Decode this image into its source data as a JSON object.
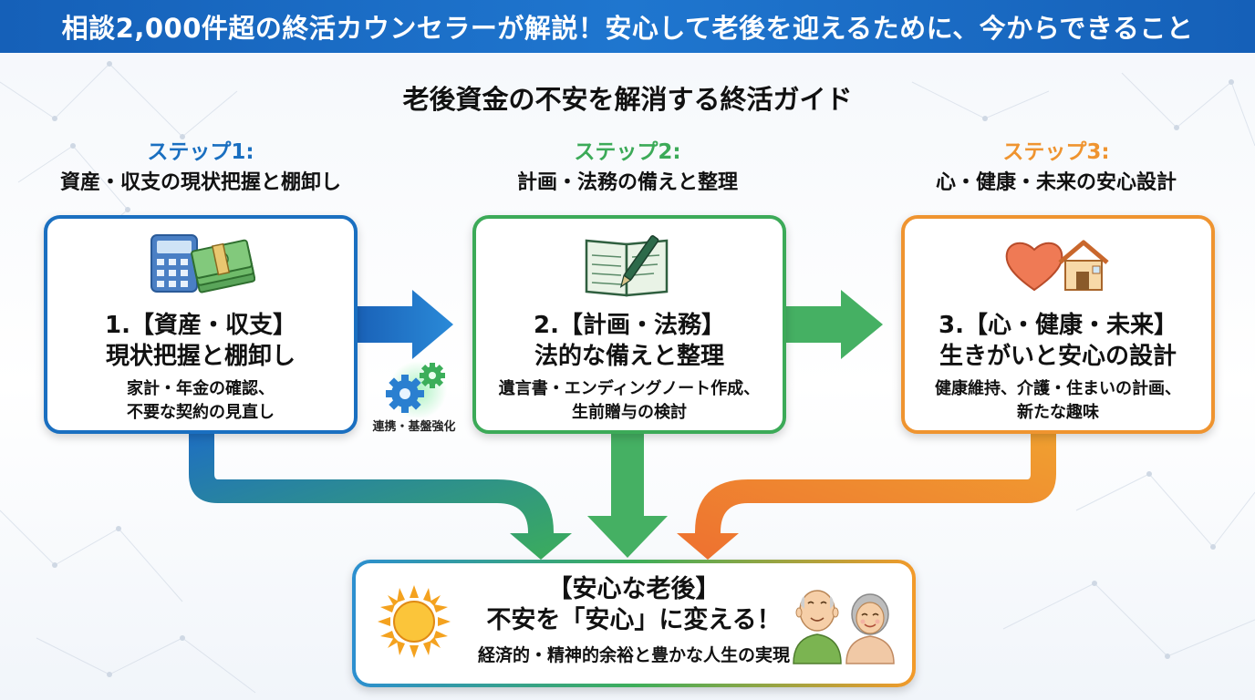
{
  "header": {
    "title": "相談2,000件超の終活カウンセラーが解説！安心して老後を迎えるために、今からできること"
  },
  "subtitle": "老後資金の不安を解消する終活ガイド",
  "steps": [
    {
      "label": "ステップ1:",
      "heading": "資産・収支の現状把握と棚卸し",
      "card_title_1": "1.【資産・収支】",
      "card_title_2": "現状把握と棚卸し",
      "card_body_1": "家計・年金の確認、",
      "card_body_2": "不要な契約の見直し",
      "icon": "calculator-money-icon",
      "color": "#1a6fc0"
    },
    {
      "label": "ステップ2:",
      "heading": "計画・法務の備えと整理",
      "card_title_1": "2.【計画・法務】",
      "card_title_2": "法的な備えと整理",
      "card_body_1": "遺言書・エンディングノート作成、",
      "card_body_2": "生前贈与の検討",
      "icon": "notebook-pen-icon",
      "color": "#3caa58"
    },
    {
      "label": "ステップ3:",
      "heading": "心・健康・未来の安心設計",
      "card_title_1": "3.【心・健康・未来】",
      "card_title_2": "生きがいと安心の設計",
      "card_body_1": "健康維持、介護・住まいの計画、",
      "card_body_2": "新たな趣味",
      "icon": "heart-house-icon",
      "color": "#ef9430"
    }
  ],
  "gear_label": "連携・基盤強化",
  "result": {
    "title_1": "【安心な老後】",
    "title_2": "不安を「安心」に変える！",
    "body": "経済的・精神的余裕と豊かな人生の実現"
  }
}
